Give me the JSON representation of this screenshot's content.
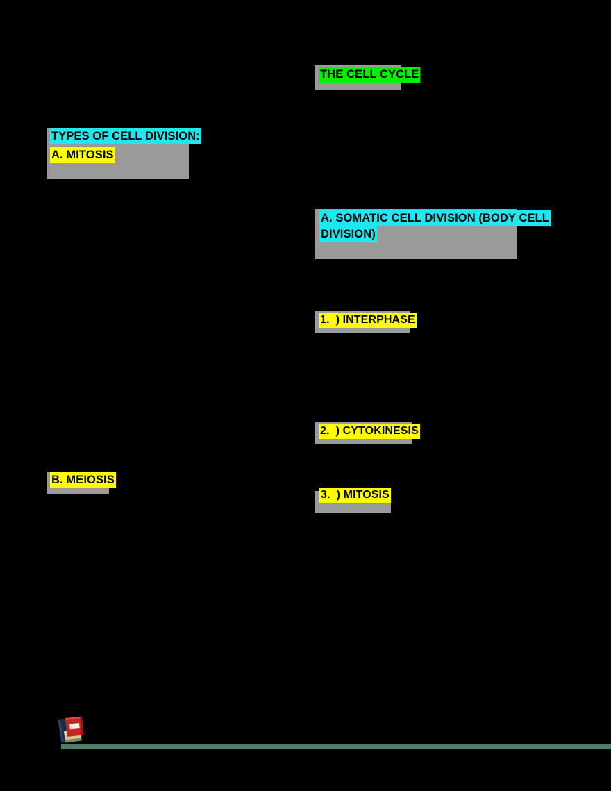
{
  "slide": {
    "background_color": "#000000",
    "title": {
      "text": "THE CELL CYCLE",
      "highlight_color": "#00f000",
      "text_color": "#000000"
    },
    "left_column": {
      "heading": {
        "text": "TYPES OF CELL DIVISION:",
        "highlight_color": "#1ee7ef"
      },
      "item_a": {
        "text": "A. MITOSIS",
        "highlight_color": "#ffff00"
      },
      "item_b": {
        "text": "B. MEIOSIS",
        "highlight_color": "#ffff00"
      }
    },
    "right_column": {
      "somatic": {
        "line1": "A. SOMATIC CELL DIVISION (BODY CELL",
        "line2": "DIVISION)",
        "highlight_color": "#1ee7ef"
      },
      "steps": [
        {
          "text": "1.  ) INTERPHASE",
          "highlight_color": "#ffff00"
        },
        {
          "text": "2.  ) CYTOKINESIS",
          "highlight_color": "#ffff00"
        },
        {
          "text": "3.  ) MITOSIS",
          "highlight_color": "#ffff00"
        }
      ]
    },
    "decorations": {
      "books_icon": "books-stack-icon",
      "rule_color": "#4e7a68",
      "placeholder_box_color": "#9a9a9a"
    }
  }
}
